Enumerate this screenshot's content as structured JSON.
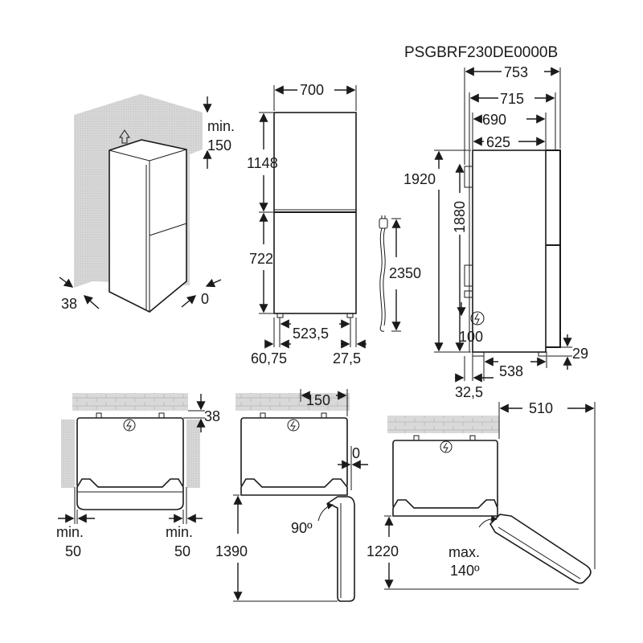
{
  "model": "PSGBRF230DE0000B",
  "installation": {
    "top_clearance_line1": "min.",
    "top_clearance_line2": "150",
    "left_gap": "38",
    "right_gap": "0"
  },
  "front_view": {
    "width": "700",
    "freezer_height": "1148",
    "fridge_height": "722",
    "feet_span": "523,5",
    "left_offset": "60,75",
    "right_offset": "27,5",
    "cable_length": "2350"
  },
  "side_view": {
    "depth_with_handle": "753",
    "depth_715": "715",
    "depth_690": "690",
    "depth_cabinet": "625",
    "total_height": "1920",
    "cabinet_height": "1880",
    "socket_height": "100",
    "plinth_height": "29",
    "feet_depth": "538",
    "rear_offset": "32,5"
  },
  "plan_views": {
    "rear_gap": "38",
    "side_min_left_1": "min.",
    "side_min_left_2": "50",
    "side_min_right_1": "min.",
    "side_min_right_2": "50",
    "hinge_offset": "150",
    "side_zero": "0",
    "width_90": "1390",
    "angle_90": "90º",
    "depth_open": "510",
    "width_max": "1220",
    "angle_max_1": "max.",
    "angle_max_2": "140º"
  },
  "icons": {
    "plug": "plug-icon",
    "socket": "socket-icon",
    "arrow_up": "arrow-up-icon"
  }
}
